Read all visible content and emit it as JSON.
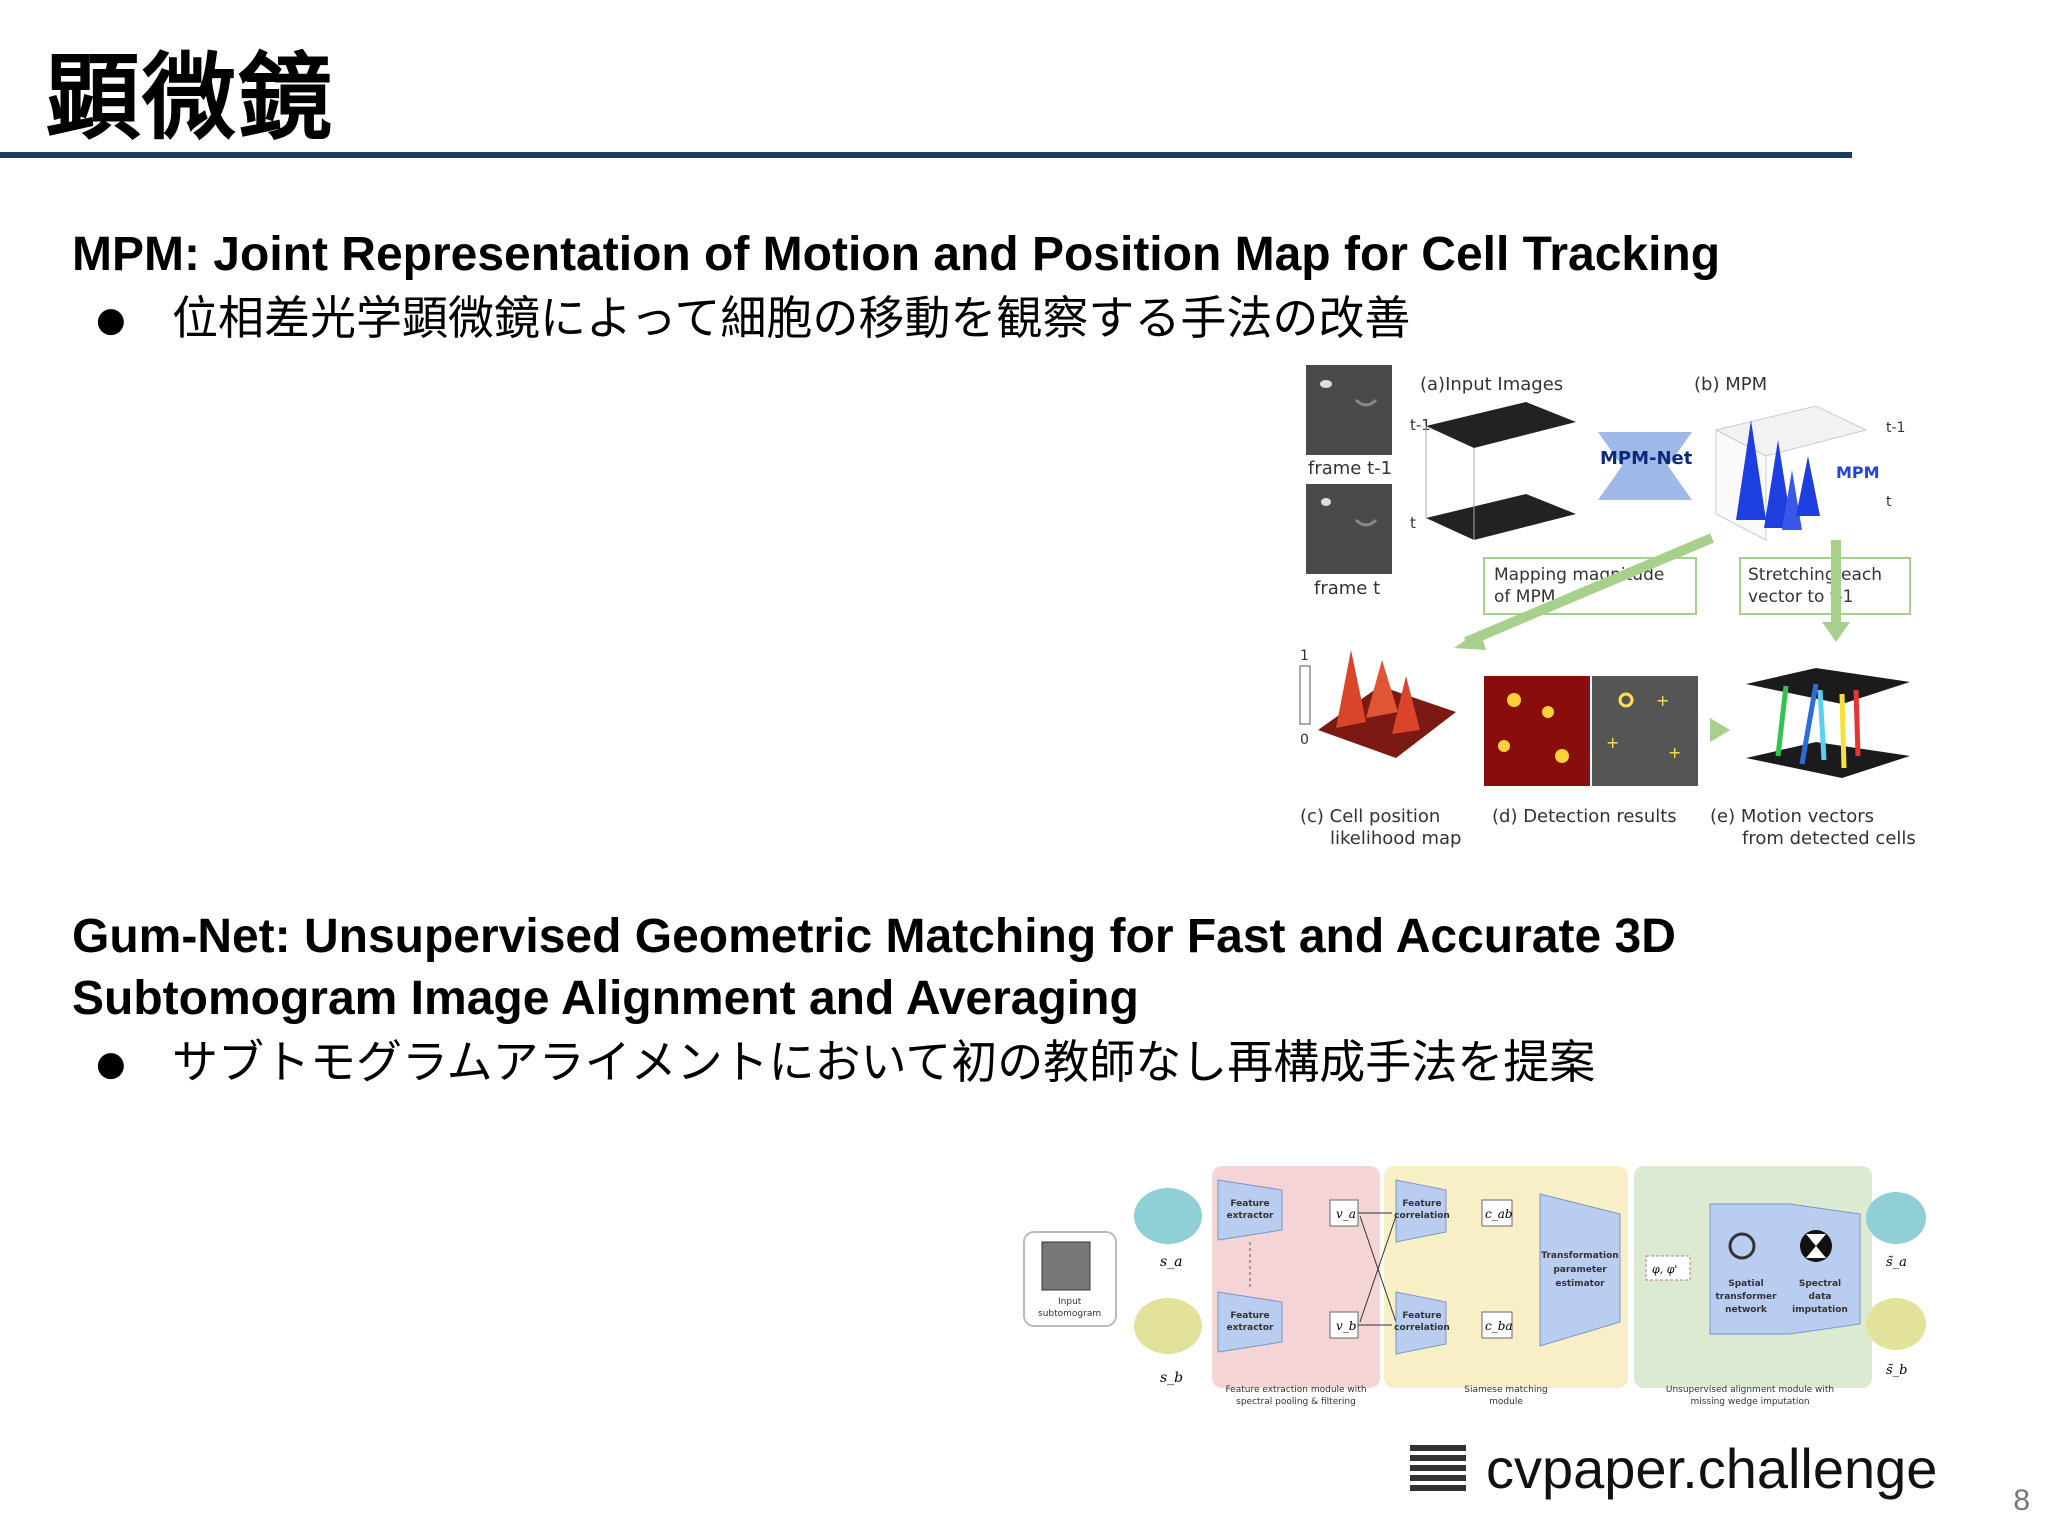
{
  "slide": {
    "title": "顕微鏡",
    "page_number": "8"
  },
  "papers": [
    {
      "title": "MPM: Joint Representation of Motion and Position Map for Cell Tracking",
      "bullet": "位相差光学顕微鏡によって細胞の移動を観察する手法の改善",
      "figure": {
        "frame_t1": "frame t-1",
        "frame_t": "frame t",
        "input_images": "(a)Input Images",
        "mpm_label": "(b) MPM",
        "net": "MPM-Net",
        "mpm_tag": "MPM",
        "t1": "t-1",
        "t": "t",
        "box1_line1": "Mapping magnitude",
        "box1_line2": "of MPM",
        "box2_line1": "Stretching each",
        "box2_line2": "vector to t-1",
        "scale_top": "1",
        "scale_bottom": "0",
        "cap_c1": "(c) Cell position",
        "cap_c2": "likelihood map",
        "cap_d": "(d) Detection results",
        "cap_e1": "(e) Motion vectors",
        "cap_e2": "from detected cells"
      }
    },
    {
      "title_line1": "Gum-Net: Unsupervised Geometric Matching for Fast and Accurate 3D",
      "title_line2": "Subtomogram Image Alignment and Averaging",
      "bullet": "サブトモグラムアライメントにおいて初の教師なし再構成手法を提案",
      "figure": {
        "input": "Input",
        "subtomogram": "subtomogram",
        "sa": "s_a",
        "sb": "s_b",
        "fe": "Feature",
        "fe2": "extractor",
        "va": "v_a",
        "vb": "v_b",
        "fc": "Feature",
        "fc2": "correlation",
        "cab": "c_ab",
        "cba": "c_ba",
        "tpe1": "Transformation",
        "tpe2": "parameter",
        "tpe3": "estimator",
        "params": "φ, φ'",
        "stn1": "Spatial",
        "stn2": "transformer",
        "stn3": "network",
        "sdi1": "Spectral",
        "sdi2": "data",
        "sdi3": "imputation",
        "sa_out": "s̃_a",
        "sb_out": "s̃_b",
        "mod1_l1": "Feature extraction module with",
        "mod1_l2": "spectral pooling & filtering",
        "mod2_l1": "Siamese matching",
        "mod2_l2": "module",
        "mod3_l1": "Unsupervised alignment module with",
        "mod3_l2": "missing wedge imputation"
      }
    }
  ],
  "brand": {
    "name": "cvpaper.challenge",
    "icon": "stacked-layers-icon"
  },
  "colors": {
    "rule": "#1f3b5c",
    "module_red": "#f4d4d4",
    "module_yellow": "#f9efc6",
    "module_green": "#dcead2",
    "block_blue": "#b8cdf0"
  }
}
